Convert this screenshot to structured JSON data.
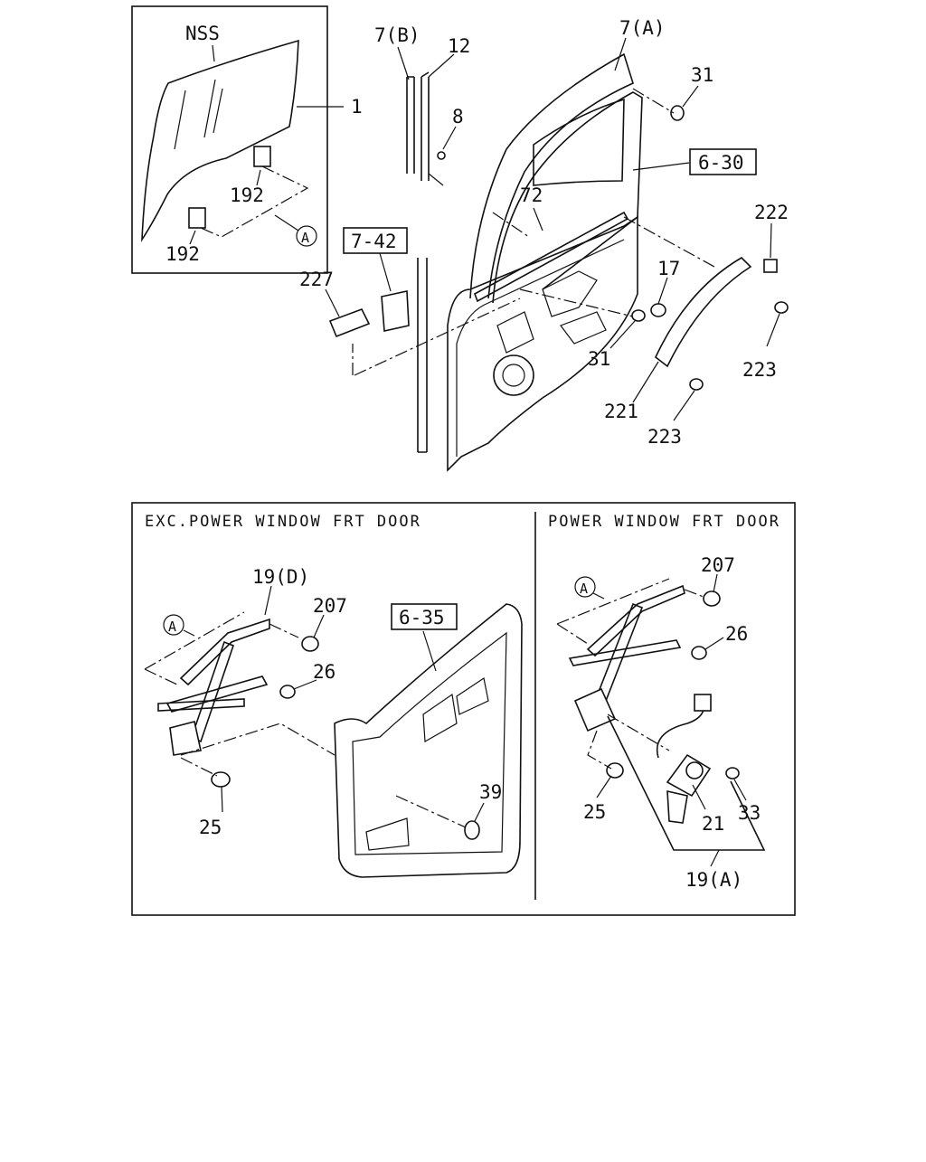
{
  "callouts": {
    "nss": "NSS",
    "p1": "1",
    "p192a": "192",
    "p192b": "192",
    "refA1": "A",
    "p7b": "7(B)",
    "p12": "12",
    "p7a": "7(A)",
    "p8": "8",
    "p31a": "31",
    "p630": "6-30",
    "p72": "72",
    "p222": "222",
    "p742": "7-42",
    "p227": "227",
    "p17": "17",
    "p31b": "31",
    "p223a": "223",
    "p221": "221",
    "p223b": "223"
  },
  "left_panel": {
    "header": "EXC.POWER WINDOW FRT DOOR",
    "p19d": "19(D)",
    "p207": "207",
    "refA": "A",
    "p26": "26",
    "p635": "6-35",
    "p39": "39",
    "p25": "25"
  },
  "right_panel": {
    "header": "POWER WINDOW FRT DOOR",
    "refA": "A",
    "p207": "207",
    "p26": "26",
    "p25": "25",
    "p21": "21",
    "p33": "33",
    "p19a": "19(A)"
  }
}
